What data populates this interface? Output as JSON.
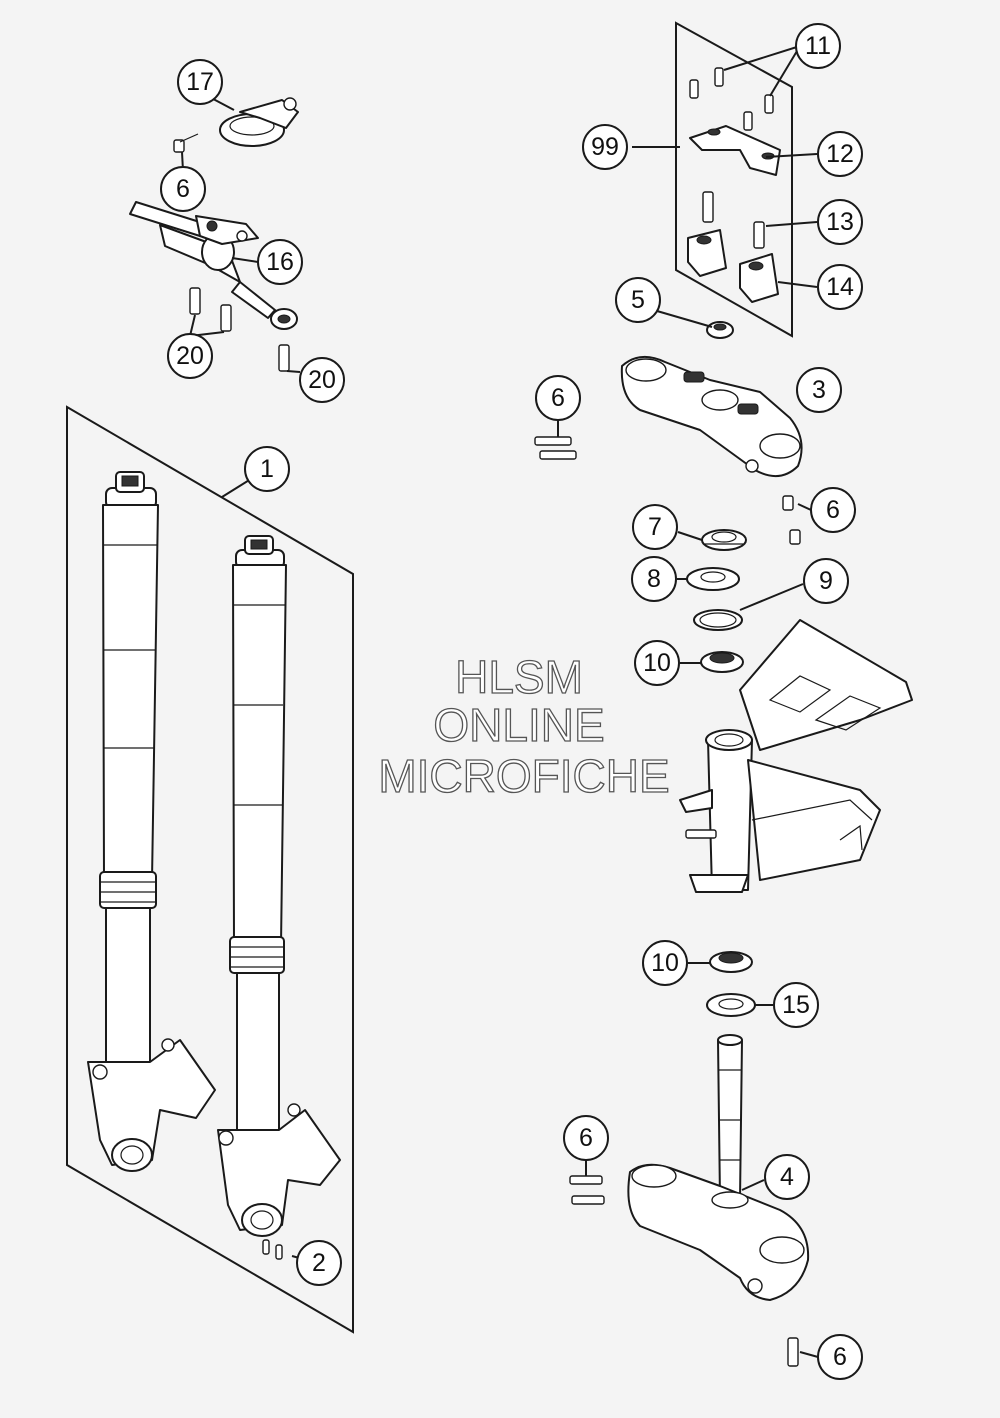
{
  "watermark": {
    "line1": "HLSM",
    "line2": "ONLINE",
    "line3": "MICROFICHE"
  },
  "callouts": {
    "c1": "1",
    "c2": "2",
    "c3": "3",
    "c4": "4",
    "c5": "5",
    "c6a": "6",
    "c6b": "6",
    "c6c": "6",
    "c6d": "6",
    "c6e": "6",
    "c7": "7",
    "c8": "8",
    "c9": "9",
    "c10a": "10",
    "c10b": "10",
    "c11": "11",
    "c12": "12",
    "c13": "13",
    "c14": "14",
    "c15": "15",
    "c16": "16",
    "c17": "17",
    "c20a": "20",
    "c20b": "20",
    "c99": "99"
  }
}
